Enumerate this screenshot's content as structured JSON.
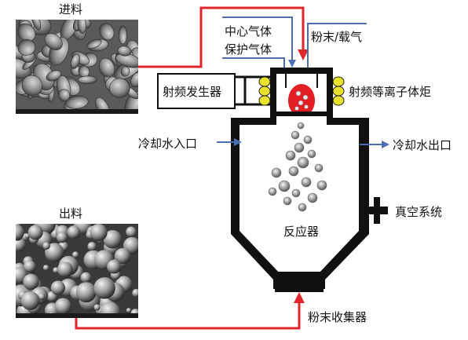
{
  "labels": {
    "feed": "进料",
    "discharge": "出料",
    "central_gas": "中心气体",
    "protective_gas": "保护气体",
    "powder_carrier": "粉末/载气",
    "rf_generator": "射频发生器",
    "rf_torch": "射频等离子体炬",
    "cooling_inlet": "冷却水入口",
    "cooling_outlet": "冷却水出口",
    "vacuum_system": "真空系统",
    "reactor": "反应器",
    "powder_collector": "粉末收集器"
  },
  "colors": {
    "flow_red": "#e0262a",
    "gas_blue": "#4a6fb5",
    "coil_yellow": "#e8e32a",
    "plasma_red": "#e31f24",
    "vessel": "#111111"
  },
  "micrographs": {
    "feed": "irregular-powder-sem-image",
    "discharge": "spherical-powder-sem-image"
  }
}
